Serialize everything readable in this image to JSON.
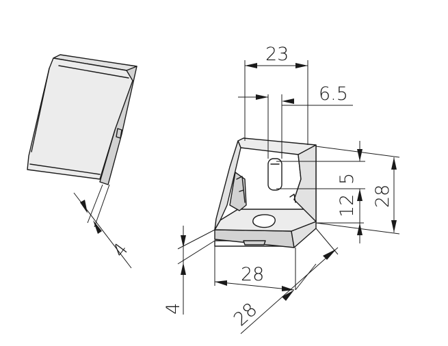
{
  "dimensions": {
    "cap_thickness": "4",
    "slot_spacing": "23",
    "slot_width": "6.5",
    "slot_height": "5",
    "slot_offset": "12",
    "bracket_height": "28",
    "base_thickness": "4",
    "base_width": "28",
    "base_depth": "28"
  },
  "colors": {
    "line": "#1a1a1a",
    "face_light": "#ececec",
    "face_mid": "#e2e2e2",
    "face_dark": "#d2d2d2"
  }
}
